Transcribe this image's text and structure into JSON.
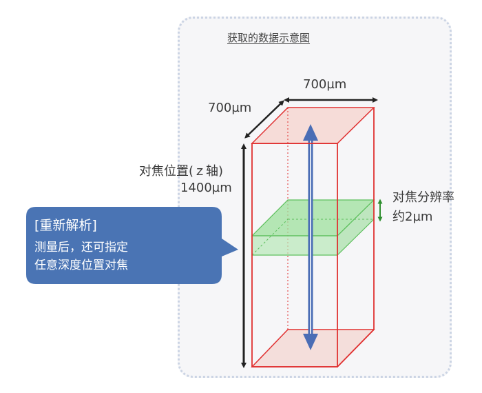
{
  "diagram": {
    "title": "获取的数据示意图",
    "dim_depth_label": "700µm",
    "dim_width_label": "700µm",
    "focus_position_label_line1": "对焦位置(ｚ轴)",
    "focus_position_label_line2": "1400µm",
    "resolution_label_line1": "对焦分辨率",
    "resolution_label_line2": "约2µm"
  },
  "callout": {
    "title": "[重新解析]",
    "line1": "测量后，还可指定",
    "line2": "任意深度位置对焦"
  },
  "colors": {
    "panel_bg": "#f6f6f8",
    "panel_border": "#cbd4e4",
    "cuboid_edge": "#e03030",
    "face_fill": "#f6dcd8",
    "focus_plane": "#8fd68f",
    "focus_plane_edge": "#5cbf5c",
    "axis_arrow": "#4a6db5",
    "callout_bg": "#4a74b4",
    "dimension_arrow": "#222222",
    "resolution_arrow": "#2f8f2f"
  }
}
